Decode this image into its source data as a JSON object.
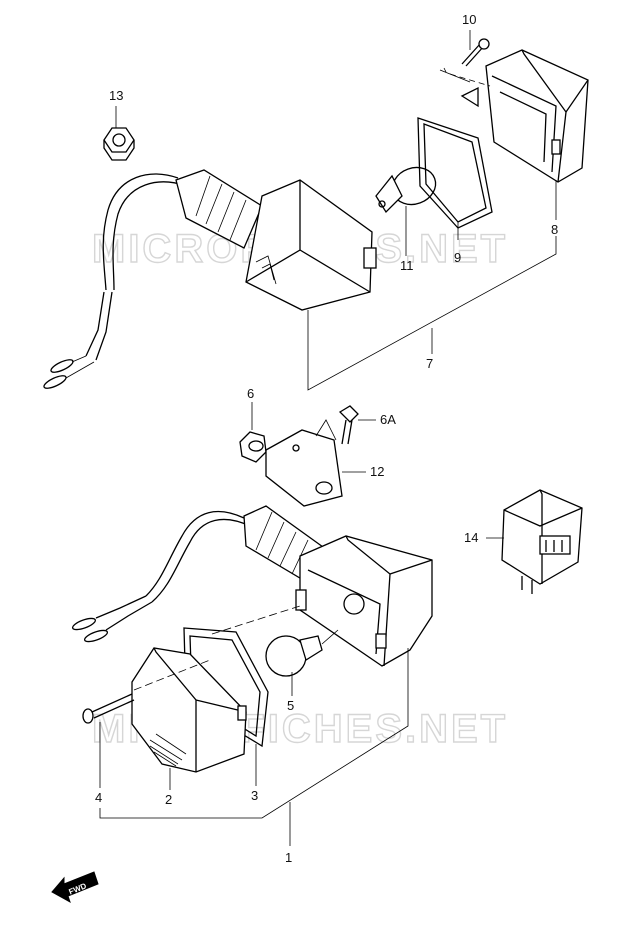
{
  "watermark": "MICROFICHES.NET",
  "fwd_label": "FWD",
  "parts": {
    "p1": "1",
    "p2": "2",
    "p3": "3",
    "p4": "4",
    "p5": "5",
    "p6": "6",
    "p6a": "6A",
    "p7": "7",
    "p8": "8",
    "p9": "9",
    "p10": "10",
    "p11": "11",
    "p12": "12",
    "p13": "13",
    "p14": "14"
  }
}
